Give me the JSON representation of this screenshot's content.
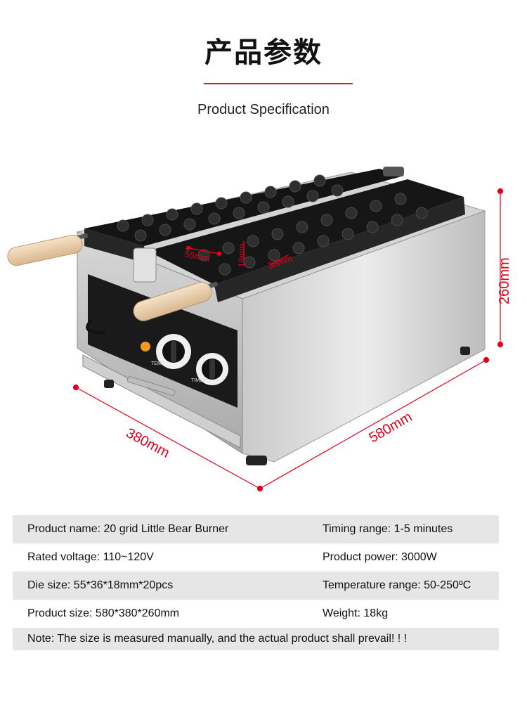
{
  "header": {
    "title_cn": "产品参数",
    "title_en": "Product Specification",
    "rule_color": "#c62828"
  },
  "figure": {
    "subject": "waffle machine with bear-shaped molds",
    "dimension_color": "#e0001b",
    "dimensions": {
      "width_label": "380mm",
      "length_label": "580mm",
      "height_label": "260mm",
      "mold_width_label": "55mm",
      "mold_height_label": "18mm",
      "mold_depth_label": "36mm"
    },
    "control_labels": {
      "temp": "TEMP",
      "timer": "TIMER"
    }
  },
  "specs": {
    "rows": [
      {
        "left": "Product name: 20 grid Little Bear Burner",
        "right": "Timing range: 1-5 minutes",
        "shaded": true
      },
      {
        "left": "Rated voltage: 110~120V",
        "right": "Product power: 3000W",
        "shaded": false
      },
      {
        "left": "Die size: 55*36*18mm*20pcs",
        "right": "Temperature range: 50-250ºC",
        "shaded": true
      },
      {
        "left": "Product size: 580*380*260mm",
        "right": "Weight: 18kg",
        "shaded": false
      }
    ],
    "note": "Note: The size is measured manually, and the actual product shall prevail! ! !"
  }
}
